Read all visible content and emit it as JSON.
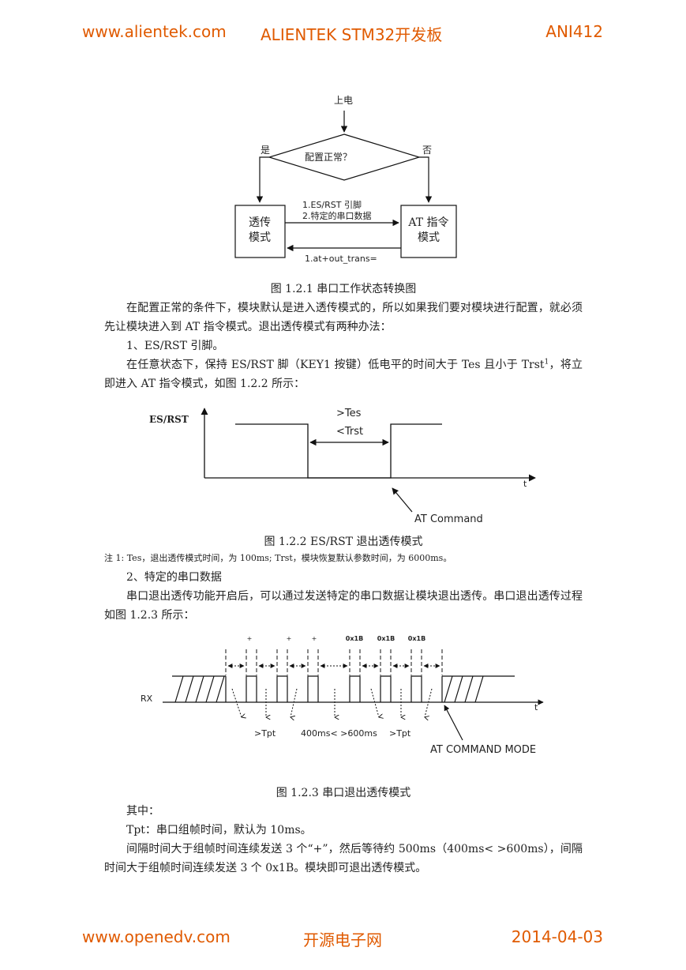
{
  "header": {
    "left": "www.alientek.com",
    "center": "ALIENTEK STM32开发板",
    "right": "ANI412"
  },
  "footer": {
    "left": "www.openedv.com",
    "center": "开源电子网",
    "right": "2014-04-03"
  },
  "fig1": {
    "start": "上电",
    "decision": "配置正常？",
    "yes": "是",
    "no": "否",
    "left_box": [
      "透传",
      "模式"
    ],
    "right_box": [
      "AT 指令",
      "模式"
    ],
    "forward_1": "1.ES/RST 引脚",
    "forward_2": "2.特定的串口数据",
    "backward": "1.at+out_trans=",
    "caption": "图 1.2.1  串口工作状态转换图"
  },
  "p1": "在配置正常的条件下，模块默认是进入透传模式的，所以如果我们要对模块进行配置，就必须先让模块进入到 AT 指令模式。退出透传模式有两种办法：",
  "item1": "1、ES/RST 引脚。",
  "p2": "在任意状态下，保持 ES/RST 脚（KEY1 按键）低电平的时间大于 Tes 且小于 Trst",
  "p2_sup": "1",
  "p2_tail": "，将立即进入 AT 指令模式，如图 1.2.2 所示：",
  "fig2": {
    "signal": "ES/RST",
    "gt": ">Tes",
    "lt": "<Trst",
    "axis": "t",
    "pointer": "AT Command",
    "caption": "图 1.2.2    ES/RST 退出透传模式"
  },
  "note": "注 1:  Tes，退出透传模式时间，为 100ms;  Trst，模块恢复默认参数时间，为 6000ms。",
  "item2": "2、特定的串口数据",
  "p3": "串口退出透传功能开启后，可以通过发送特定的串口数据让模块退出透传。串口退出透传过程如图 1.2.3 所示：",
  "fig3": {
    "top_labels": [
      "+",
      "+",
      "+",
      "0x1B",
      "0x1B",
      "0x1B"
    ],
    "signal": "RX",
    "axis": "t",
    "tpt1": ">Tpt",
    "wait": "400ms< >600ms",
    "tpt2": ">Tpt",
    "pointer": "AT COMMAND MODE",
    "caption": "图 1.2.3  串口退出透传模式"
  },
  "p4": "其中：",
  "p5": "Tpt：串口组帧时间，默认为 10ms。",
  "p6": "间隔时间大于组帧时间连续发送 3 个“+”，然后等待约 500ms（400ms< >600ms），间隔时间大于组帧时间连续发送 3 个 0x1B。模块即可退出透传模式。",
  "colors": {
    "accent": "#e05a00",
    "text": "#222222"
  }
}
